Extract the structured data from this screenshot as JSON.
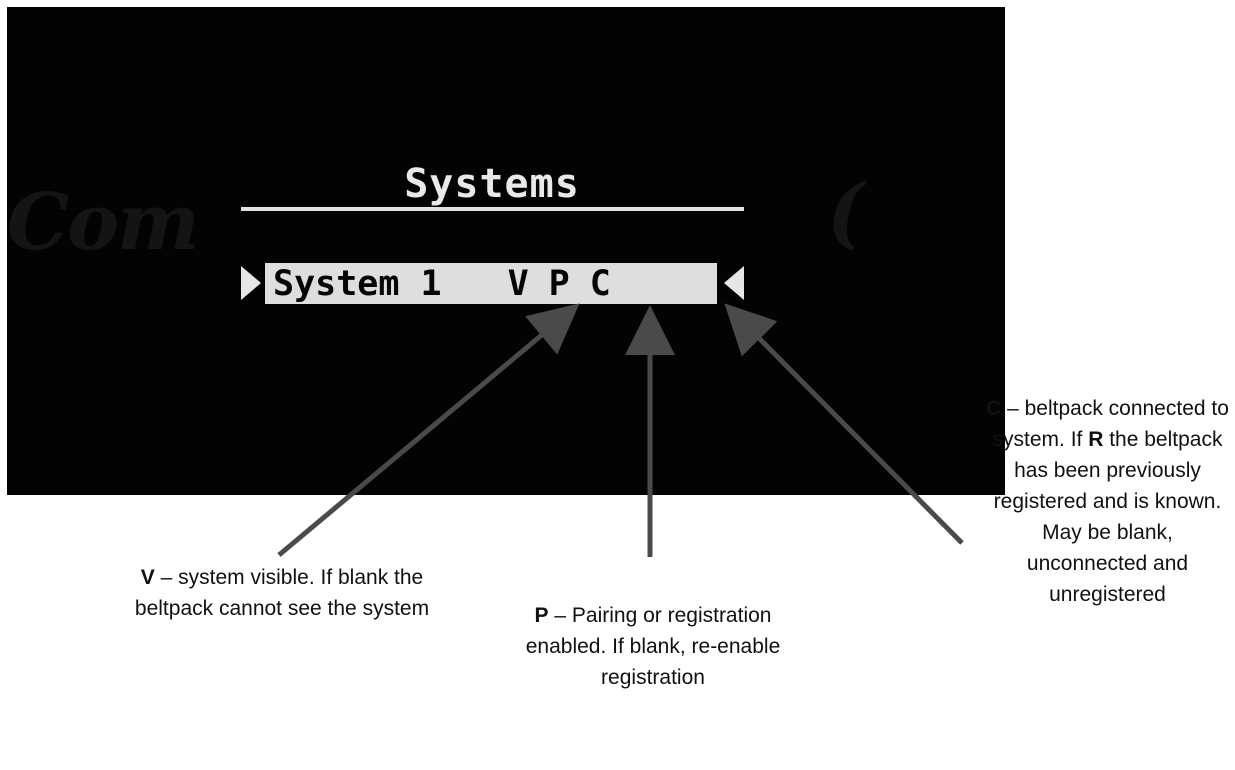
{
  "display": {
    "title": "Systems",
    "row": {
      "system_name": "System 1",
      "flag_v": "V",
      "flag_p": "P",
      "flag_c": "C"
    }
  },
  "callouts": {
    "v": {
      "letter": "V",
      "text": " – system visible. If blank the beltpack cannot see the system"
    },
    "p": {
      "letter": "P",
      "text": " – Pairing or registration enabled. If blank, re-enable registration"
    },
    "c": {
      "letter": "C",
      "text_before": " – beltpack connected to system. If ",
      "letter_r": "R",
      "text_after": " the beltpack has been previously registered and is known. May be blank, unconnected and unregistered"
    }
  },
  "colors": {
    "screen": "#030303",
    "display_fg": "#e6e6e6",
    "arrow": "#4a4a4a"
  }
}
